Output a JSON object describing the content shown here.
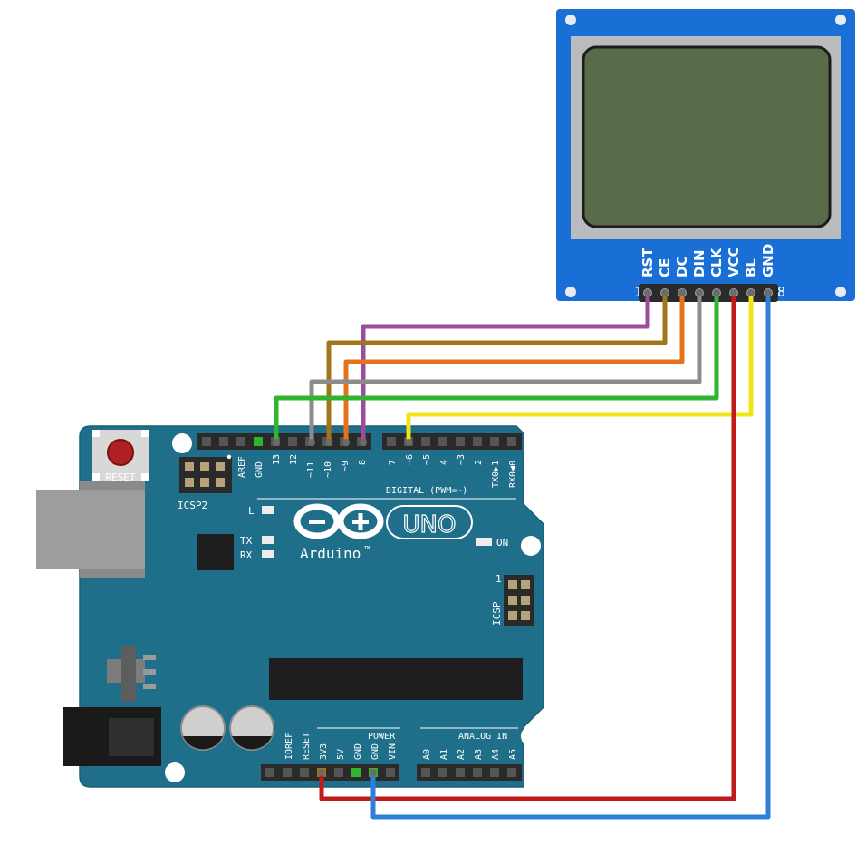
{
  "lcd": {
    "pins": [
      "RST",
      "CE",
      "DC",
      "DIN",
      "CLK",
      "VCC",
      "BL",
      "GND"
    ],
    "pin_start": "1",
    "pin_end": "8"
  },
  "arduino": {
    "reset_label": "RESET",
    "icsp2_label": "ICSP2",
    "icsp_label": "ICSP",
    "icsp_pin1": "1",
    "logo_text": "Arduino",
    "tm": "TM",
    "uno_text": "UNO",
    "led_l": "L",
    "led_tx": "TX",
    "led_rx": "RX",
    "led_on": "ON",
    "digital_label": "DIGITAL (PWM=~)",
    "power_label": "POWER",
    "analog_label": "ANALOG IN",
    "digital_high_pins": [
      "AREF",
      "GND",
      "13",
      "12",
      "~11",
      "~10",
      "~9",
      "8"
    ],
    "digital_low_pins": [
      "7",
      "~6",
      "~5",
      "4",
      "~3",
      "2",
      "TX0▶1",
      "RX0◀0"
    ],
    "power_pins": [
      "IOREF",
      "RESET",
      "3V3",
      "5V",
      "GND",
      "GND",
      "VIN"
    ],
    "analog_pins": [
      "A0",
      "A1",
      "A2",
      "A3",
      "A4",
      "A5"
    ]
  },
  "colors": {
    "board": "#1f6f8b",
    "lcd_board": "#1a6fd6",
    "lcd_screen": "#5a6b4a",
    "wire_rst": "#9b4d9b",
    "wire_ce": "#a0761c",
    "wire_dc": "#e5731b",
    "wire_din": "#8c8c8c",
    "wire_clk": "#2fb52f",
    "wire_vcc": "#c01a1a",
    "wire_bl": "#f0e41c",
    "wire_gnd": "#2f7fd6"
  }
}
